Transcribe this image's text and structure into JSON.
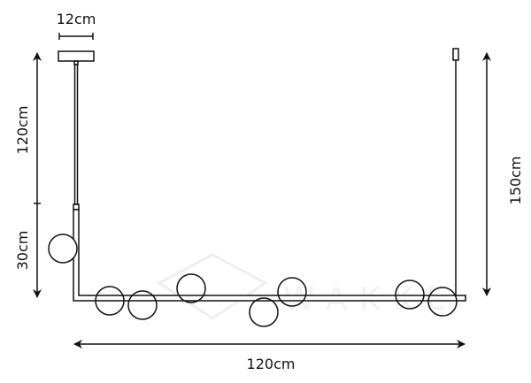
{
  "dimensions": {
    "canopy_width": "12cm",
    "cord_length": "120cm",
    "drop_length": "30cm",
    "total_height": "150cm",
    "total_width": "120cm"
  },
  "watermark": "WAKKE",
  "colors": {
    "line": "#111111",
    "watermark": "#ececec"
  }
}
